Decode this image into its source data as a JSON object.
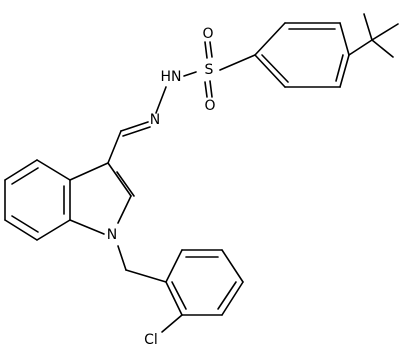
{
  "structure": {
    "atom_labels": {
      "o_top": "O",
      "s": "S",
      "o_bottom": "O",
      "nh": "HN",
      "n_imine": "N",
      "n_indole": "N",
      "cl": "Cl"
    }
  },
  "colors": {
    "ink": "#000000",
    "background": "#ffffff"
  }
}
